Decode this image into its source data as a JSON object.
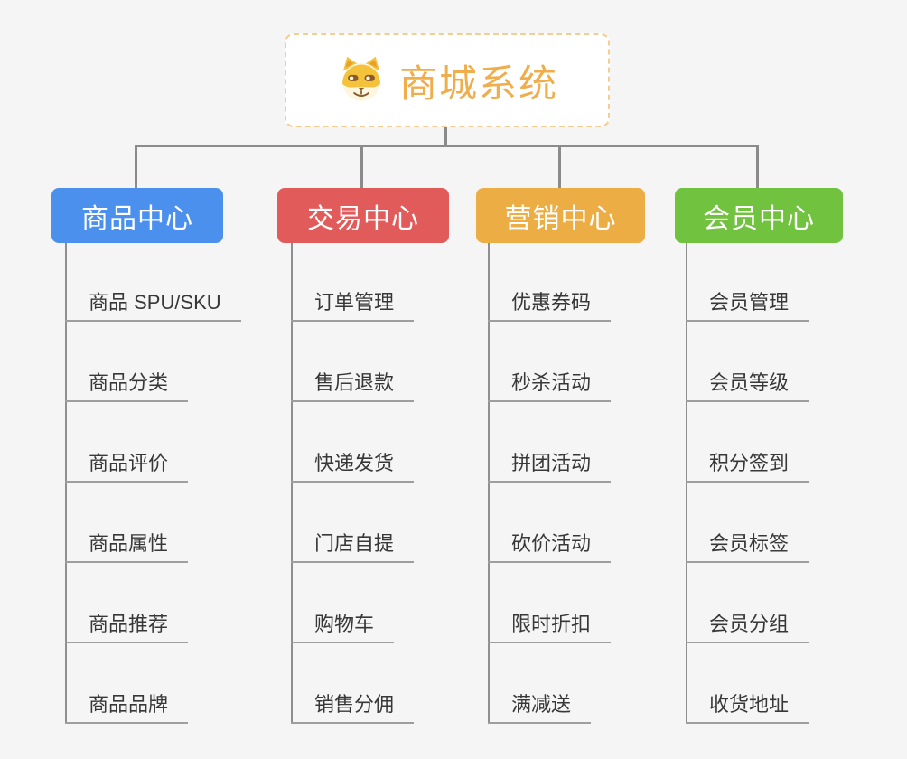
{
  "root": {
    "title": "商城系统",
    "icon": "dog-face-icon"
  },
  "branches": [
    {
      "label": "商品中心",
      "color": "#4a90ec",
      "items": [
        "商品 SPU/SKU",
        "商品分类",
        "商品评价",
        "商品属性",
        "商品推荐",
        "商品品牌"
      ]
    },
    {
      "label": "交易中心",
      "color": "#e15b5b",
      "items": [
        "订单管理",
        "售后退款",
        "快递发货",
        "门店自提",
        "购物车",
        "销售分佣"
      ]
    },
    {
      "label": "营销中心",
      "color": "#ecae44",
      "items": [
        "优惠券码",
        "秒杀活动",
        "拼团活动",
        "砍价活动",
        "限时折扣",
        "满减送"
      ]
    },
    {
      "label": "会员中心",
      "color": "#71c23f",
      "items": [
        "会员管理",
        "会员等级",
        "积分签到",
        "会员标签",
        "会员分组",
        "收货地址"
      ]
    }
  ],
  "colors": {
    "background": "#f5f5f5",
    "root_border": "#f3cd92",
    "root_title": "#f0ad4b",
    "connector": "#8b8b8b",
    "leaf_text": "#383838",
    "leaf_underline": "#9e9e9e"
  }
}
